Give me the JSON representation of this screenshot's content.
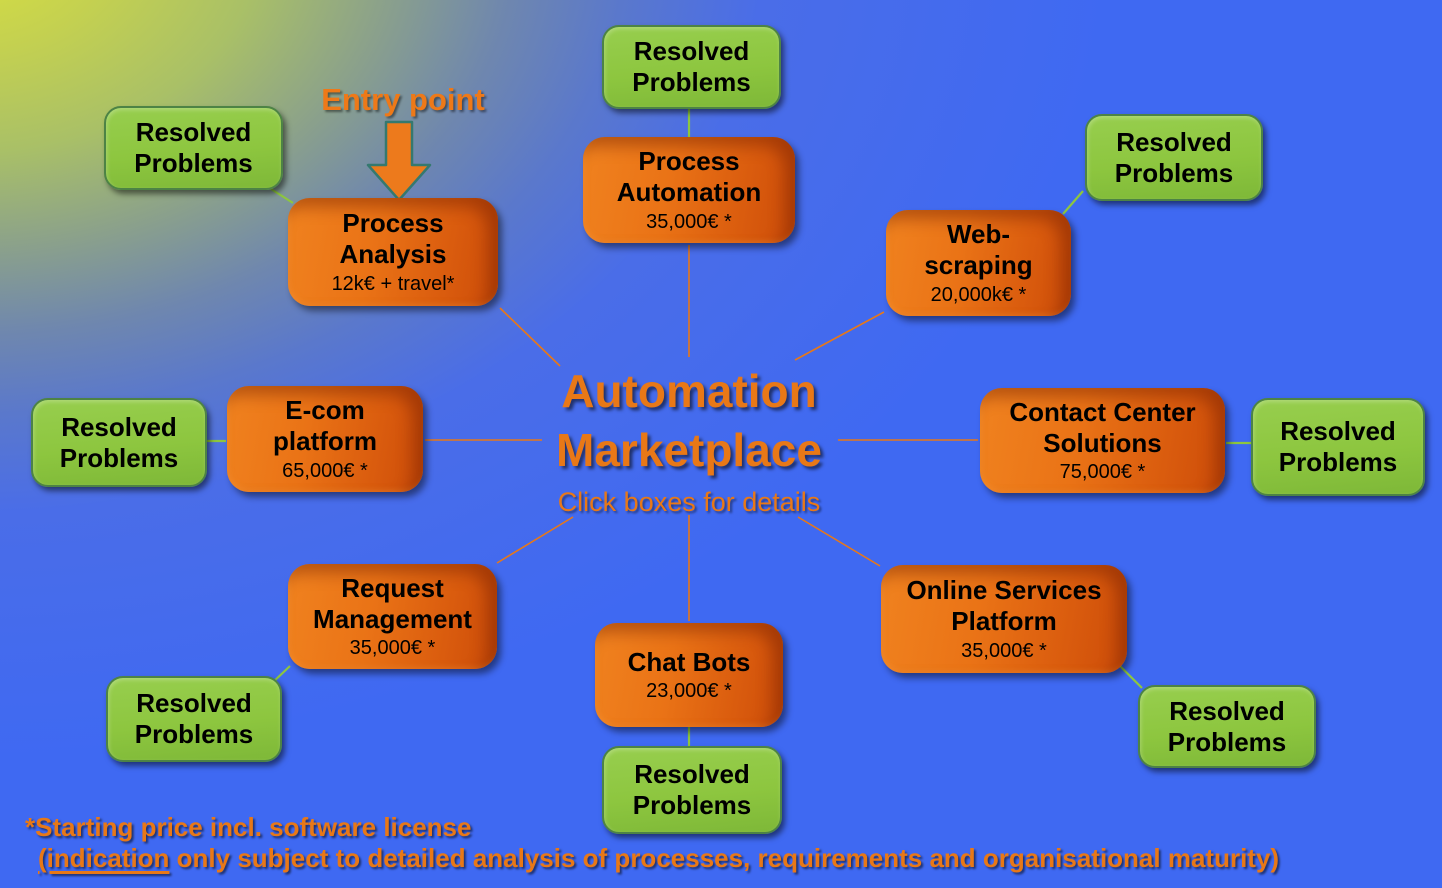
{
  "colors": {
    "background_yellow": "#dde33d",
    "background_blue": "#3f69f2",
    "accent_orange": "#e87817",
    "box_orange_light": "#f0821f",
    "box_orange_dark": "#cc4c09",
    "green_box_fill": "#8dc63f",
    "green_box_border": "#4d8345",
    "green_connector": "#8dc63f",
    "orange_connector": "#e87817",
    "arrow_outline": "#35796f",
    "box_text": "#000000"
  },
  "entry_point": {
    "label": "Entry point"
  },
  "center": {
    "title": "Automation\nMarketplace",
    "subtitle": "Click boxes for details"
  },
  "resolved_box_label": "Resolved\nProblems",
  "nodes": [
    {
      "id": "process-analysis",
      "title": "Process\nAnalysis",
      "price": "12k€ + travel*"
    },
    {
      "id": "process-automation",
      "title": "Process\nAutomation",
      "price": "35,000€ *"
    },
    {
      "id": "web-scraping",
      "title": "Web-\nscraping",
      "price": "20,000k€ *"
    },
    {
      "id": "contact-center",
      "title": "Contact Center\nSolutions",
      "price": "75,000€ *"
    },
    {
      "id": "online-services",
      "title": "Online Services\nPlatform",
      "price": "35,000€ *"
    },
    {
      "id": "chat-bots",
      "title": "Chat Bots",
      "price": "23,000€ *"
    },
    {
      "id": "request-management",
      "title": "Request\nManagement",
      "price": "35,000€ *"
    },
    {
      "id": "ecom-platform",
      "title": "E-com\nplatform",
      "price": "65,000€ *"
    }
  ],
  "footnote": {
    "line1": "*Starting price incl. software license",
    "line2_underlined": "(indication",
    "line2_rest": " only subject to detailed analysis of processes, requirements and organisational maturity)"
  }
}
